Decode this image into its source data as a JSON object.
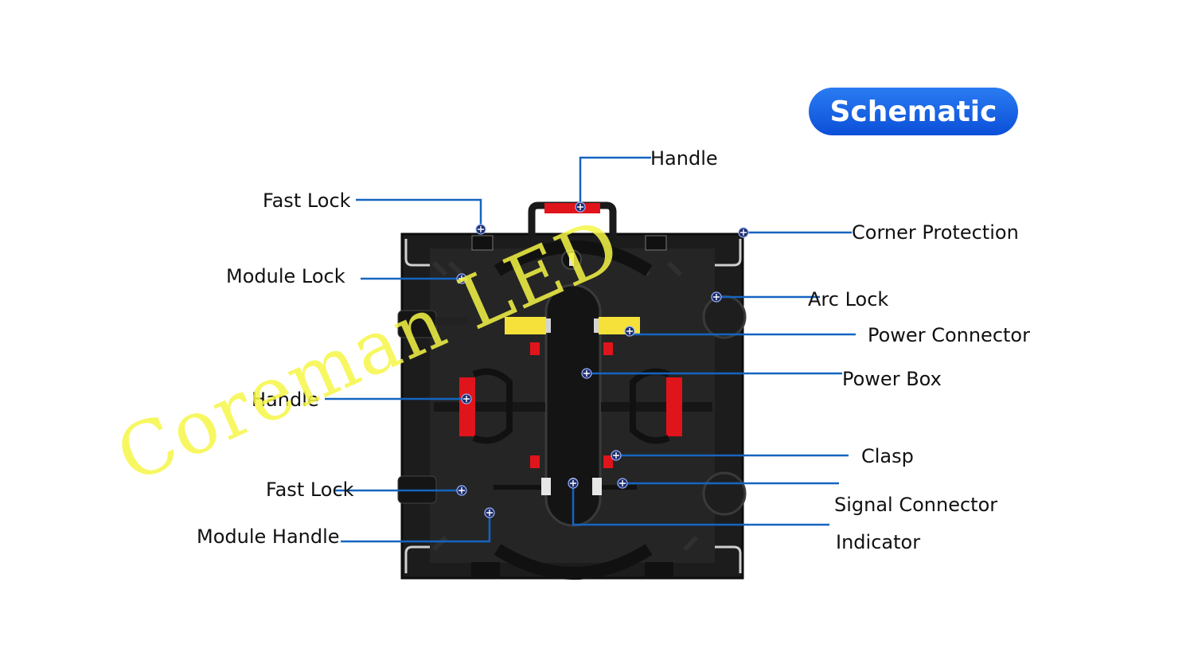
{
  "badge": {
    "title": "Schematic"
  },
  "labels": {
    "handle_top": "Handle",
    "fast_lock_top": "Fast Lock",
    "module_lock": "Module Lock",
    "handle_left": "Handle",
    "fast_lock_bottom": "Fast Lock",
    "module_handle": "Module Handle",
    "corner_protection": "Corner Protection",
    "arc_lock": "Arc Lock",
    "power_connector": "Power Connector",
    "power_box": "Power Box",
    "clasp": "Clasp",
    "signal_connector": "Signal Connector",
    "indicator": "Indicator"
  },
  "watermark": "Coreman LED",
  "colors": {
    "accent_blue": "#1a5fcf",
    "callout_line": "#1565c0",
    "cabinet_body": "#1a1a1a",
    "handle_red": "#e0141b",
    "connector_yellow": "#f5e13a",
    "watermark_yellow": "#f6f646"
  }
}
